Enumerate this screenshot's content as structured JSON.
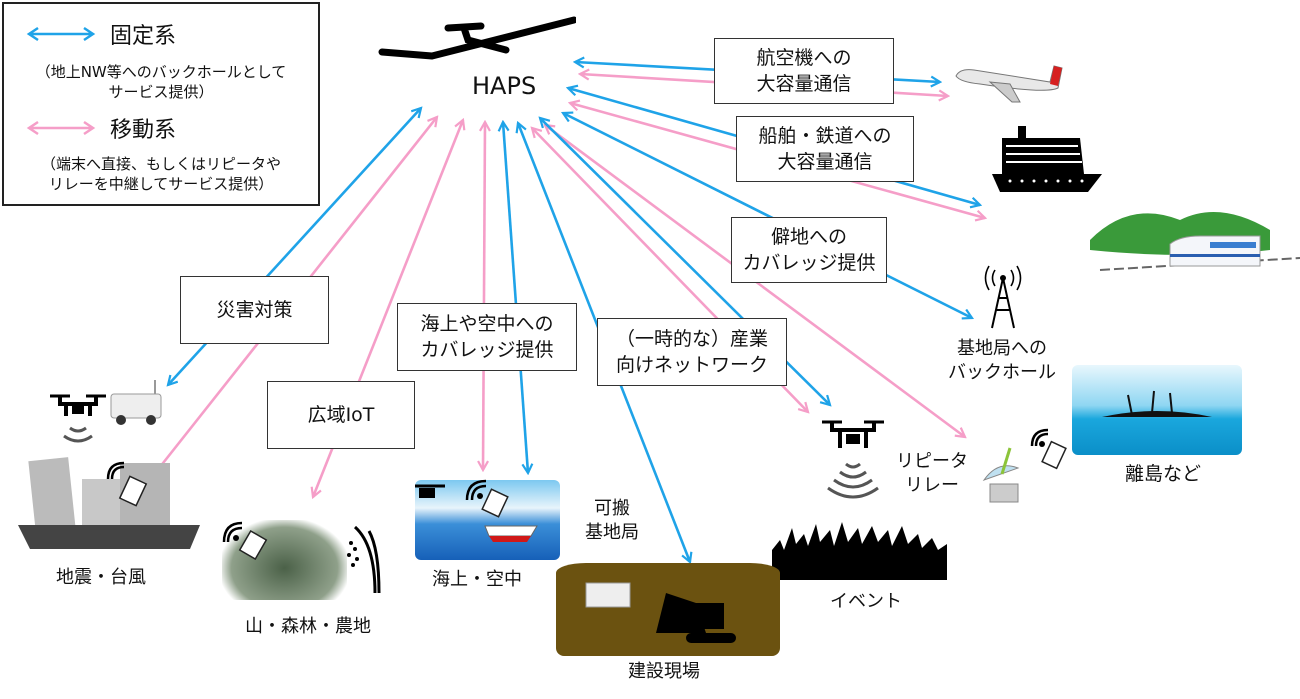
{
  "legend": {
    "fixed": {
      "title": "固定系",
      "desc_line1": "（地上NW等へのバックホールとして",
      "desc_line2": "サービス提供）",
      "color": "#1fa3e8"
    },
    "mobile": {
      "title": "移動系",
      "desc_line1": "（端末へ直接、もしくはリピータや",
      "desc_line2": "リレーを中継してサービス提供）",
      "color": "#f59ec8"
    }
  },
  "center": {
    "label": "HAPS",
    "icon": "glider-aircraft-icon"
  },
  "use_cases": [
    {
      "id": "aircraft",
      "box": [
        "航空機への",
        "大容量通信"
      ]
    },
    {
      "id": "ship_rail",
      "box": [
        "船舶・鉄道への",
        "大容量通信"
      ]
    },
    {
      "id": "remote",
      "box": [
        "僻地への",
        "カバレッジ提供"
      ]
    },
    {
      "id": "disaster",
      "box": [
        "災害対策"
      ]
    },
    {
      "id": "iot",
      "box": [
        "広域IoT"
      ]
    },
    {
      "id": "sea_air",
      "box": [
        "海上や空中への",
        "カバレッジ提供"
      ]
    },
    {
      "id": "industry",
      "box": [
        "（一時的な）産業",
        "向けネットワーク"
      ]
    }
  ],
  "targets": {
    "backhaul": [
      "基地局への",
      "バックホール"
    ],
    "earthquake": "地震・台風",
    "mountain": "山・森林・農地",
    "sea": "海上・空中",
    "portable_bs": [
      "可搬",
      "基地局"
    ],
    "construction": "建設現場",
    "event": "イベント",
    "repeater": [
      "リピータ",
      "リレー"
    ],
    "island": "離島など"
  }
}
